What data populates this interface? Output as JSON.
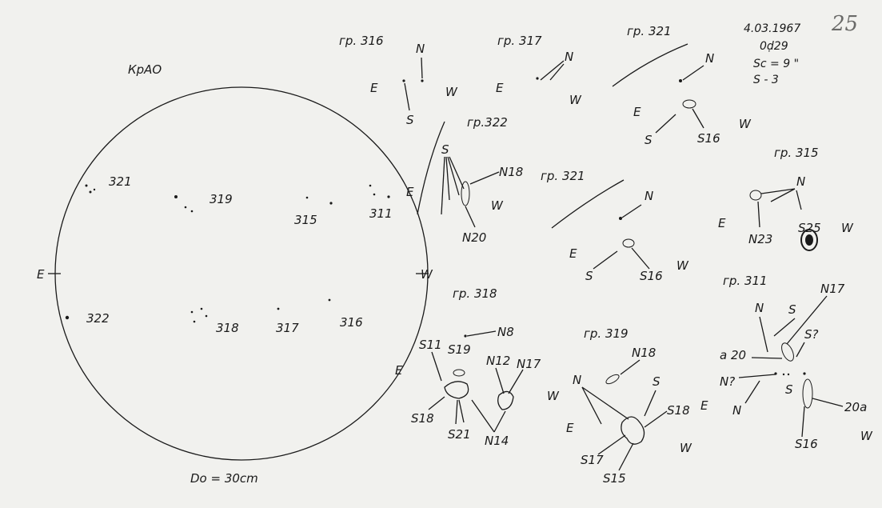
{
  "header": {
    "observatory": "КрАО",
    "date": "4.03.1967",
    "time": "0ḍ29",
    "seeing": "Sc = 9 \"",
    "quality": "S - 3",
    "page_number": "25",
    "diameter": "Do = 30cm"
  },
  "disk": {
    "east": "E",
    "west": "W",
    "groups": [
      "321",
      "319",
      "315",
      "311",
      "322",
      "318",
      "317",
      "316"
    ]
  },
  "panels": {
    "g316": {
      "title": "гр. 316",
      "labels": [
        "N",
        "S",
        "E",
        "W"
      ]
    },
    "g317": {
      "title": "гр. 317",
      "labels": [
        "N",
        "E",
        "W"
      ]
    },
    "g321a": {
      "title": "гр. 321",
      "labels": [
        "N",
        "E",
        "W",
        "S",
        "S16"
      ]
    },
    "g322": {
      "title": "гр.322",
      "labels": [
        "S",
        "N18",
        "N20",
        "E",
        "W"
      ]
    },
    "g321b": {
      "title": "гр. 321",
      "labels": [
        "N",
        "E",
        "W",
        "S",
        "S16"
      ]
    },
    "g315": {
      "title": "гр. 315",
      "labels": [
        "N",
        "S25",
        "N23",
        "E",
        "W"
      ]
    },
    "g318": {
      "title": "гр. 318",
      "labels": [
        "N8",
        "S11",
        "S19",
        "N12",
        "N17",
        "S18",
        "S21",
        "N14",
        "E",
        "W"
      ]
    },
    "g319": {
      "title": "гр. 319",
      "labels": [
        "N18",
        "N",
        "S",
        "S18",
        "S17",
        "S15",
        "E",
        "W"
      ]
    },
    "g311": {
      "title": "гр. 311",
      "labels": [
        "N",
        "S",
        "N17",
        "S?",
        "a 20",
        "N?",
        "N",
        "S",
        "S16",
        "20a",
        "E",
        "W"
      ]
    }
  },
  "marker": "x"
}
